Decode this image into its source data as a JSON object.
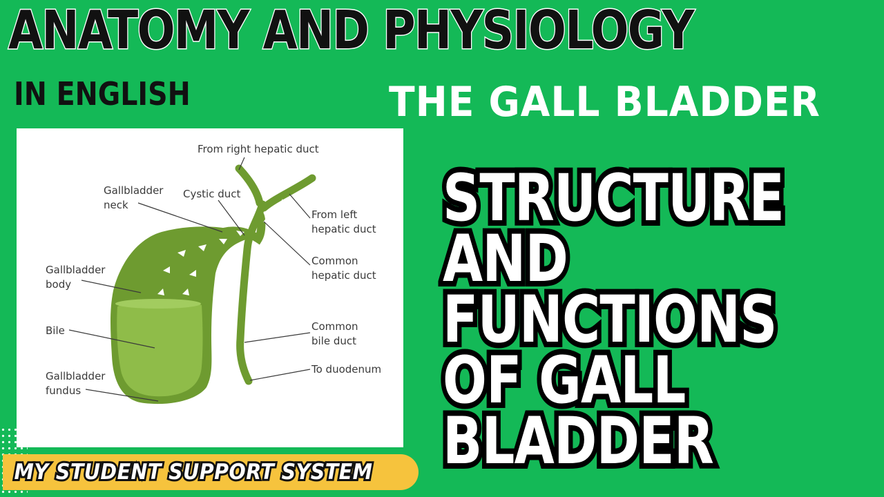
{
  "header": {
    "title": "ANATOMY AND PHYSIOLOGY",
    "subtitle_left": "IN ENGLISH",
    "subtitle_right": "THE GALL BLADDER"
  },
  "diagram": {
    "labels": {
      "from_right_hepatic": "From right hepatic duct",
      "gallbladder_neck_1": "Gallbladder",
      "gallbladder_neck_2": "neck",
      "cystic_duct": "Cystic duct",
      "from_left_hepatic_1": "From left",
      "from_left_hepatic_2": "hepatic duct",
      "gallbladder_body_1": "Gallbladder",
      "gallbladder_body_2": "body",
      "common_hepatic_1": "Common",
      "common_hepatic_2": "hepatic duct",
      "bile": "Bile",
      "common_bile_1": "Common",
      "common_bile_2": "bile duct",
      "gallbladder_fundus_1": "Gallbladder",
      "gallbladder_fundus_2": "fundus",
      "to_duodenum": "To duodenum"
    },
    "colors": {
      "organ": "#6e9b30",
      "bile": "#8fbc49",
      "arrows": "#ffffff",
      "leader_lines": "#3a3a3a"
    }
  },
  "heading": {
    "line1": "STRUCTURE",
    "line2": "AND",
    "line3": "FUNCTIONS",
    "line4": "OF GALL",
    "line5": "BLADDER"
  },
  "footer": {
    "brand": "MY STUDENT SUPPORT SYSTEM"
  },
  "colors": {
    "background": "#14b957",
    "pill": "#f6c33d"
  }
}
